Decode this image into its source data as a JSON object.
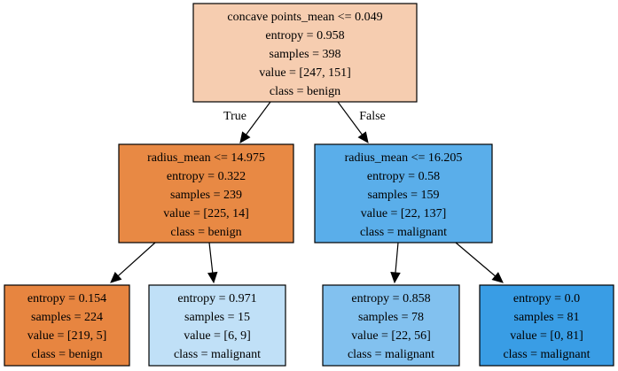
{
  "tree": {
    "nodes": [
      {
        "id": "root",
        "fill": "#f6cdb0",
        "lines": [
          "concave points_mean <= 0.049",
          "entropy = 0.958",
          "samples = 398",
          "value = [247, 151]",
          "class = benign"
        ]
      },
      {
        "id": "left",
        "fill": "#e88944",
        "lines": [
          "radius_mean <= 14.975",
          "entropy = 0.322",
          "samples = 239",
          "value = [225, 14]",
          "class = benign"
        ]
      },
      {
        "id": "right",
        "fill": "#5aaeea",
        "lines": [
          "radius_mean <= 16.205",
          "entropy = 0.58",
          "samples = 159",
          "value = [22, 137]",
          "class = malignant"
        ]
      },
      {
        "id": "leaf1",
        "fill": "#e78540",
        "lines": [
          "entropy = 0.154",
          "samples = 224",
          "value = [219, 5]",
          "class = benign"
        ]
      },
      {
        "id": "leaf2",
        "fill": "#c0e0f7",
        "lines": [
          "entropy = 0.971",
          "samples = 15",
          "value = [6, 9]",
          "class = malignant"
        ]
      },
      {
        "id": "leaf3",
        "fill": "#82c1ef",
        "lines": [
          "entropy = 0.858",
          "samples = 78",
          "value = [22, 56]",
          "class = malignant"
        ]
      },
      {
        "id": "leaf4",
        "fill": "#399de5",
        "lines": [
          "entropy = 0.0",
          "samples = 81",
          "value = [0, 81]",
          "class = malignant"
        ]
      }
    ],
    "edges": [
      {
        "from": "root",
        "to": "left",
        "label": "True"
      },
      {
        "from": "root",
        "to": "right",
        "label": "False"
      },
      {
        "from": "left",
        "to": "leaf1",
        "label": ""
      },
      {
        "from": "left",
        "to": "leaf2",
        "label": ""
      },
      {
        "from": "right",
        "to": "leaf3",
        "label": ""
      },
      {
        "from": "right",
        "to": "leaf4",
        "label": ""
      }
    ]
  }
}
